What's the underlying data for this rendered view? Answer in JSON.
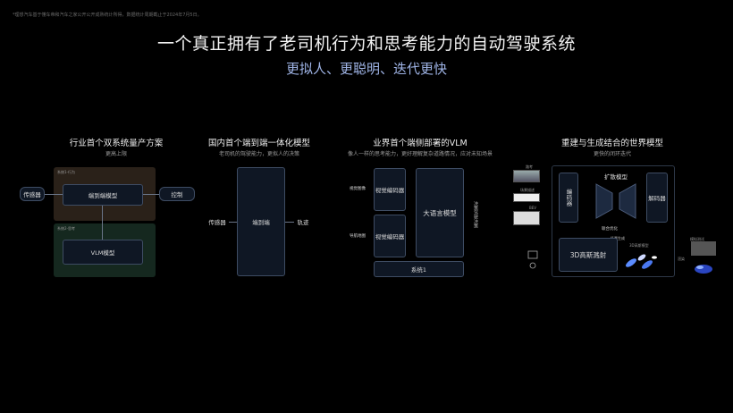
{
  "footnote": "*理想汽车基于懂车帝和汽车之家公开公开成熟统计所得，数据统计周期截止于2024年7月5日。",
  "title": "一个真正拥有了老司机行为和思考能力的自动驾驶系统",
  "subtitle": "更拟人、更聪明、迭代更快",
  "panels": [
    {
      "heading": "行业首个双系统量产方案",
      "sub": "更高上限",
      "system1_label": "系统1-行为",
      "system2_label": "系统2-思考",
      "input": "传感器",
      "e2e": "端到端模型",
      "output": "控制",
      "vlm": "VLM模型"
    },
    {
      "heading": "国内首个端到端一体化模型",
      "sub": "老司机的驾驶能力，更拟人的决策",
      "input": "传感器",
      "core": "端到端",
      "output": "轨迹"
    },
    {
      "heading": "业界首个端侧部署的VLM",
      "sub": "像人一样的思考能力，更好理解复杂道路情况，应对未知场景",
      "input1": "视觉图像",
      "enc1": "视觉编码器",
      "input2": "导航地图",
      "enc2": "视觉编码器",
      "llm": "大语言模型",
      "sys1": "系统1",
      "side": "决策驾驶决策"
    },
    {
      "heading": "重建与生成结合的世界模型",
      "sub": "更快的闭环迭代",
      "img_labels": [
        "路考",
        "场景描述",
        "BEV"
      ],
      "encoder": "编码器",
      "diffusion": "扩散模型",
      "decoder": "解码器",
      "joint": "联合优化",
      "scene": "场景生成",
      "gauss": "3D高斯溅射",
      "recon": "3D高斯模型",
      "render": "渲染",
      "out_label": "模拟测试"
    }
  ]
}
